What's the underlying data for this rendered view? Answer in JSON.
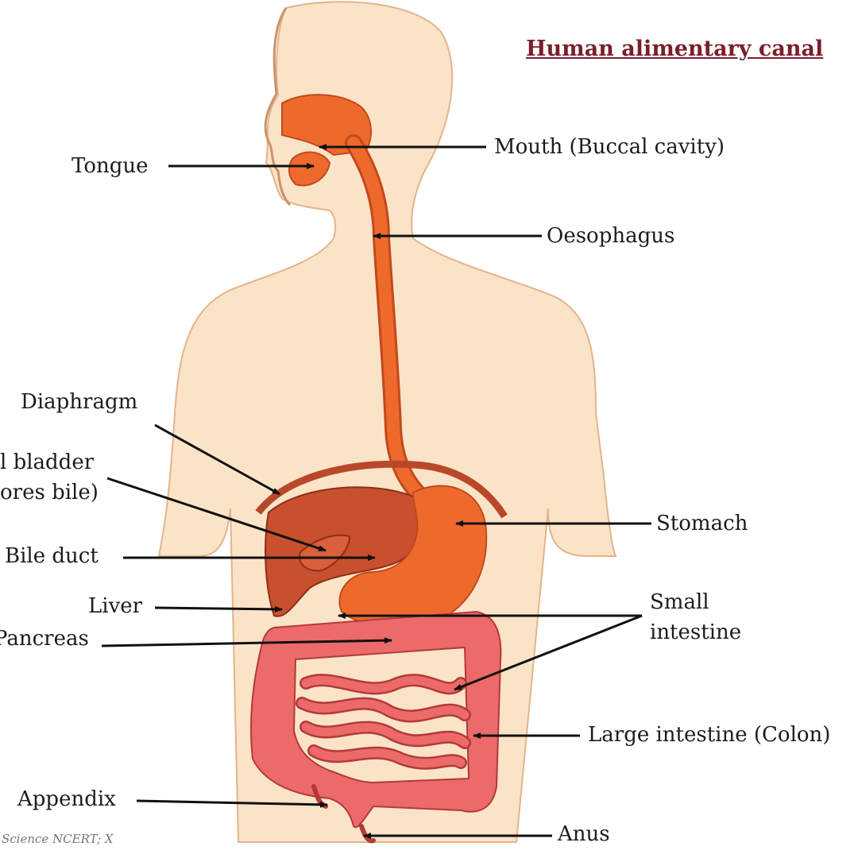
{
  "title": "Human alimentary canal",
  "credit": "Science NCERT; X",
  "labels": {
    "mouth": "Mouth (Buccal cavity)",
    "tongue": "Tongue",
    "oesophagus": "Oesophagus",
    "diaphragm": "Diaphragm",
    "gall_bladder_1": "l bladder",
    "gall_bladder_2": "ores bile)",
    "stomach": "Stomach",
    "bile_duct": "Bile duct",
    "liver": "Liver",
    "small_intestine_1": "Small",
    "small_intestine_2": "intestine",
    "pancreas": "Pancreas",
    "large_intestine": "Large intestine (Colon)",
    "appendix": "Appendix",
    "anus": "Anus"
  },
  "colors": {
    "skin": "#fbe3c8",
    "skin_outline": "#e8b98e",
    "canal": "#ee6a2c",
    "liver": "#c8502e",
    "intestine": "#ec6a6a",
    "title": "#7a1f2b"
  }
}
